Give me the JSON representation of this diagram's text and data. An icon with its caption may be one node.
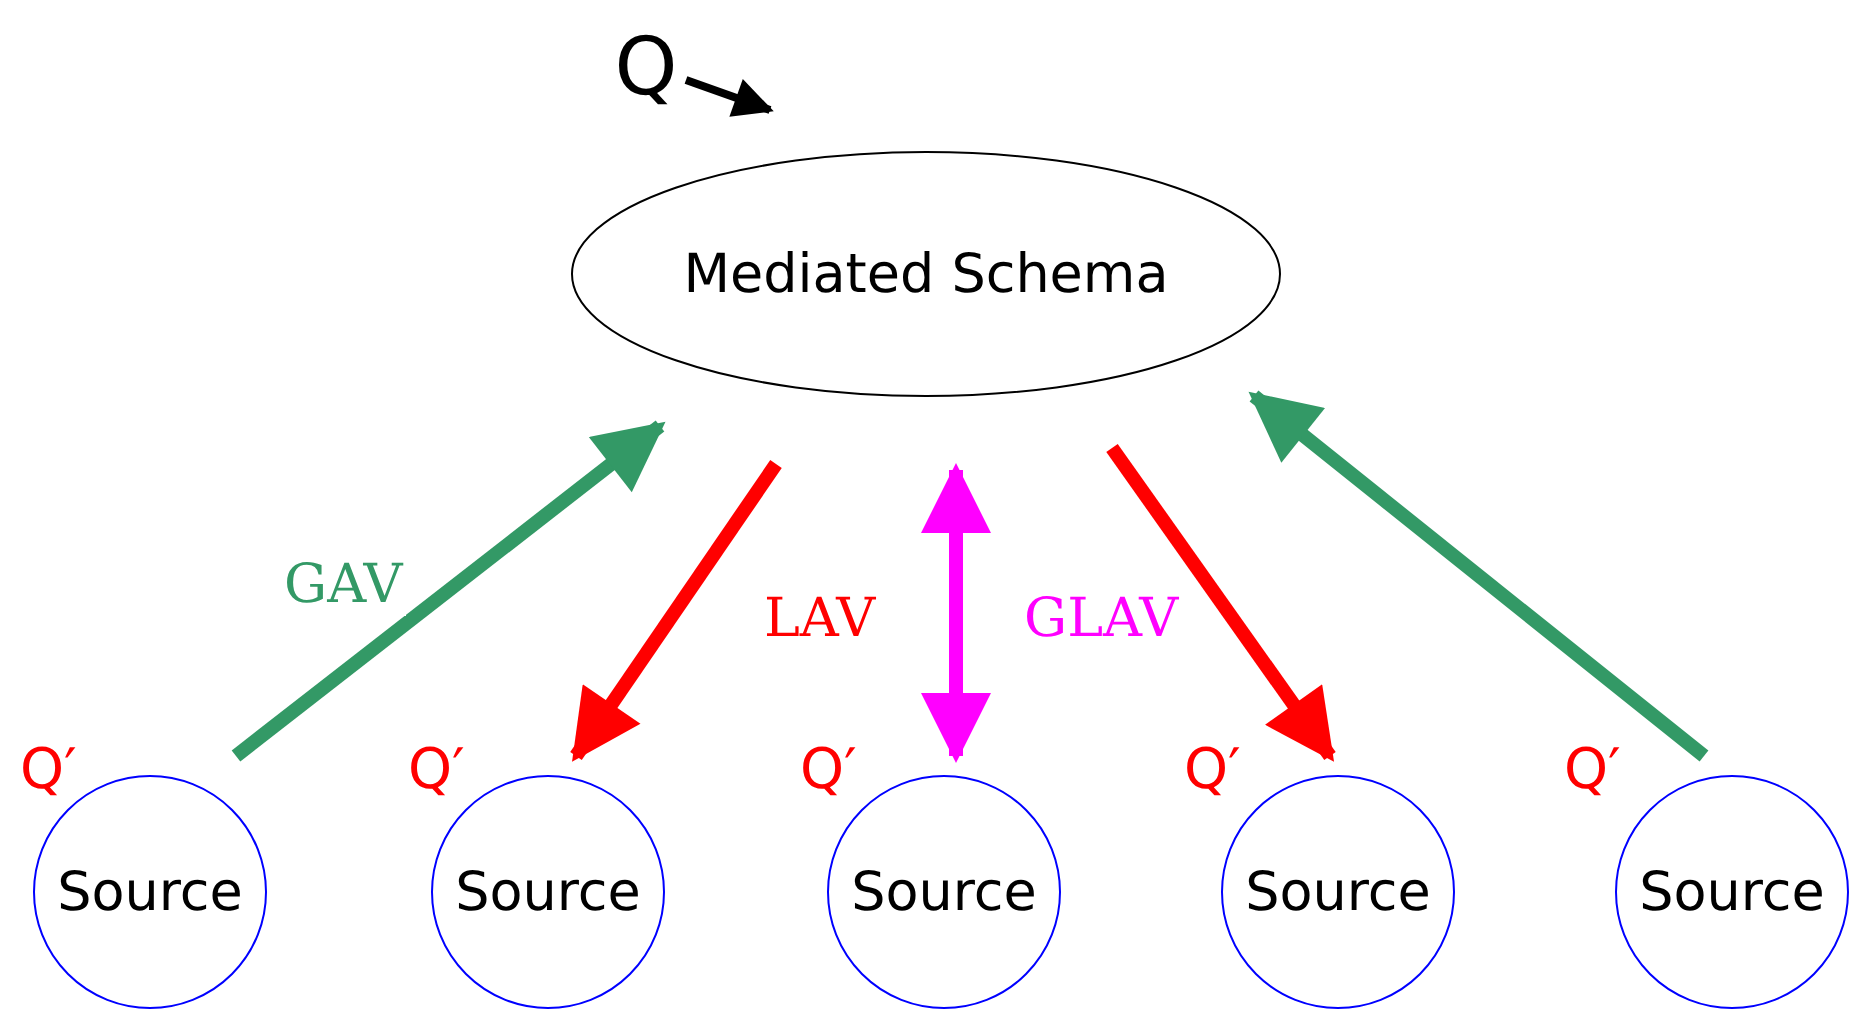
{
  "diagram": {
    "nodes": [
      {
        "text": [
          "Mediated Schema"
        ]
      },
      {
        "text": [
          "Q"
        ]
      },
      {
        "text": [
          "Source"
        ]
      },
      {
        "text": [
          "Source"
        ]
      },
      {
        "text": [
          "Source"
        ]
      },
      {
        "text": [
          "Source"
        ]
      },
      {
        "text": [
          "Source"
        ]
      }
    ],
    "edges": [
      {
        "from": 1,
        "to": 0,
        "arrow": "to",
        "color": "#000000"
      },
      {
        "from": 2,
        "to": 0,
        "arrow": "to",
        "label": "GAV",
        "color": "#339966"
      },
      {
        "from": 0,
        "to": 3,
        "arrow": "to",
        "label": "LAV",
        "color": "#ff0000"
      },
      {
        "from": 0,
        "to": 4,
        "arrow": "both",
        "label": "GLAV",
        "color": "#ff00ff"
      },
      {
        "from": 0,
        "to": 5,
        "arrow": "to",
        "color": "#ff0000"
      },
      {
        "from": 6,
        "to": 0,
        "arrow": "to",
        "color": "#339966"
      }
    ],
    "labels": [
      "Q′",
      "Q′",
      "Q′",
      "Q′",
      "Q′"
    ]
  }
}
